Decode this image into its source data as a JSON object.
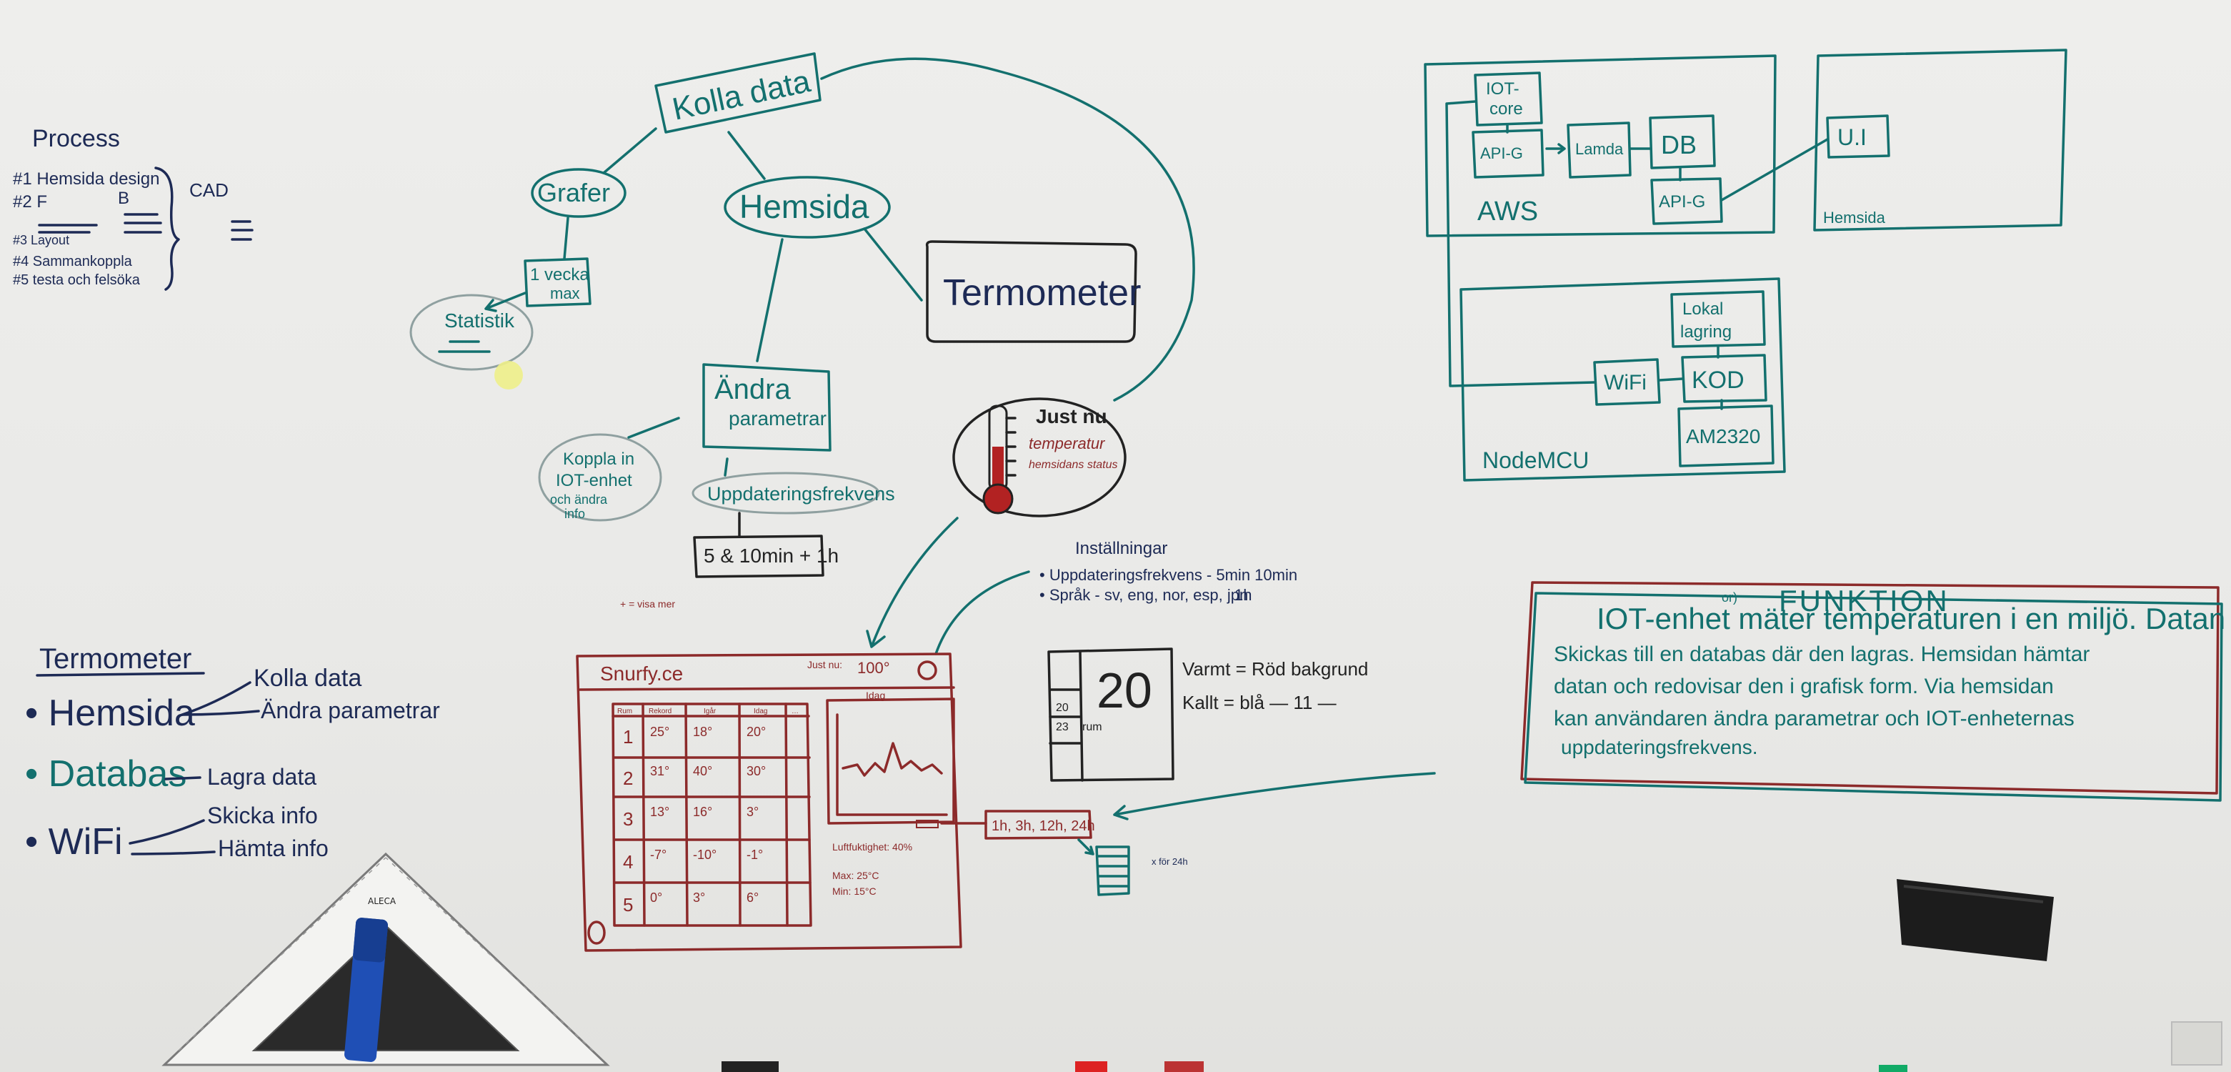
{
  "process": {
    "title": "Process",
    "line1": "#1 Hemsida design",
    "line2a": "#2 F",
    "line2b": "B",
    "cad": "CAD",
    "line3": "#3 Layout",
    "line4": "#4 Sammankoppla",
    "line5": "#5 testa och felsöka"
  },
  "mindmap": {
    "kolla_data": "Kolla data",
    "grafer": "Grafer",
    "hemsida": "Hemsida",
    "termometer": "Termometer",
    "vecka_max_1": "1 vecka",
    "vecka_max_2": "max",
    "statistik": "Statistik",
    "andra_1": "Ändra",
    "andra_2": "parametrar",
    "koppla_1": "Koppla in",
    "koppla_2": "IOT-enhet",
    "koppla_3": "och ändra",
    "koppla_4": "info",
    "uppdatering": "Uppdateringsfrekvens",
    "intervals": "5 & 10min + 1h",
    "visa_mer": "+ = visa mer",
    "just_nu": "Just nu",
    "temperatur": "temperatur",
    "hemsidans_status": "hemsidans status"
  },
  "installningar": {
    "title": "Inställningar",
    "line1": "• Uppdateringsfrekvens - 5min 10min",
    "line1b": "1h",
    "line2": "• Språk - sv, eng, nor, esp, jpn"
  },
  "sketch": {
    "brand": "Snurfy.ce",
    "just_nu": "Just nu:",
    "temp_now": "100°",
    "col_headers": [
      "Rum",
      "Rekord",
      "Igår",
      "Idag",
      "…"
    ],
    "rows": [
      {
        "n": "1",
        "a": "25°",
        "b": "18°",
        "c": "20°"
      },
      {
        "n": "2",
        "a": "31°",
        "b": "40°",
        "c": "30°"
      },
      {
        "n": "3",
        "a": "13°",
        "b": "16°",
        "c": "3°"
      },
      {
        "n": "4",
        "a": "-7°",
        "b": "-10°",
        "c": "-1°"
      },
      {
        "n": "5",
        "a": "0°",
        "b": "3°",
        "c": "6°"
      }
    ],
    "graph_label": "Idag",
    "luftfuktighet": "Luftfuktighet: 40%",
    "max": "Max: 25°C",
    "min": "Min: 15°C",
    "timeframes": "1h, 3h, 12h, 24h",
    "per_24h": "x för 24h"
  },
  "widget": {
    "value": "20",
    "t1": "20",
    "t2": "23",
    "rum": "rum",
    "varmt": "Varmt = Röd bakgrund",
    "kallt": "Kallt = blå — 11 —"
  },
  "termometer_list": {
    "title": "Termometer",
    "hemsida": "• Hemsida",
    "kolla": "Kolla data",
    "andra": "Ändra parametrar",
    "databas": "• Databas",
    "lagra": "Lagra data",
    "wifi": "• WiFi",
    "skicka": "Skicka info",
    "hamta": "Hämta info"
  },
  "aws": {
    "iot_core_1": "IOT-",
    "iot_core_2": "core",
    "api_g1": "API-G",
    "lambda": "Lamda",
    "db": "DB",
    "api_g2": "API-G",
    "aws_label": "AWS",
    "ui": "U.I",
    "hemsida": "Hemsida",
    "lokal_1": "Lokal",
    "lokal_2": "lagring",
    "wifi": "WiFi",
    "kod": "KOD",
    "sensor": "AM2320",
    "nodemcu": "NodeMCU"
  },
  "funktion": {
    "title": "FUNKTION",
    "or": "or)",
    "line1": "IOT-enhet mäter temperaturen i en miljö. Datan",
    "line2": "Skickas till en databas där den lagras. Hemsidan hämtar",
    "line3": "datan och redovisar den i grafisk form. Via hemsidan",
    "line4": "kan användaren ändra parametrar och IOT-enheternas",
    "line5": "uppdateringsfrekvens."
  },
  "ruler_text": "ALECA",
  "colors": {
    "board": "#eeeeec",
    "teal": "#13706e",
    "navy": "#1d2a55",
    "red": "#8c2a2a",
    "black": "#222222",
    "marker_blue": "#1f4fb5",
    "eraser": "#1c1c1c"
  }
}
